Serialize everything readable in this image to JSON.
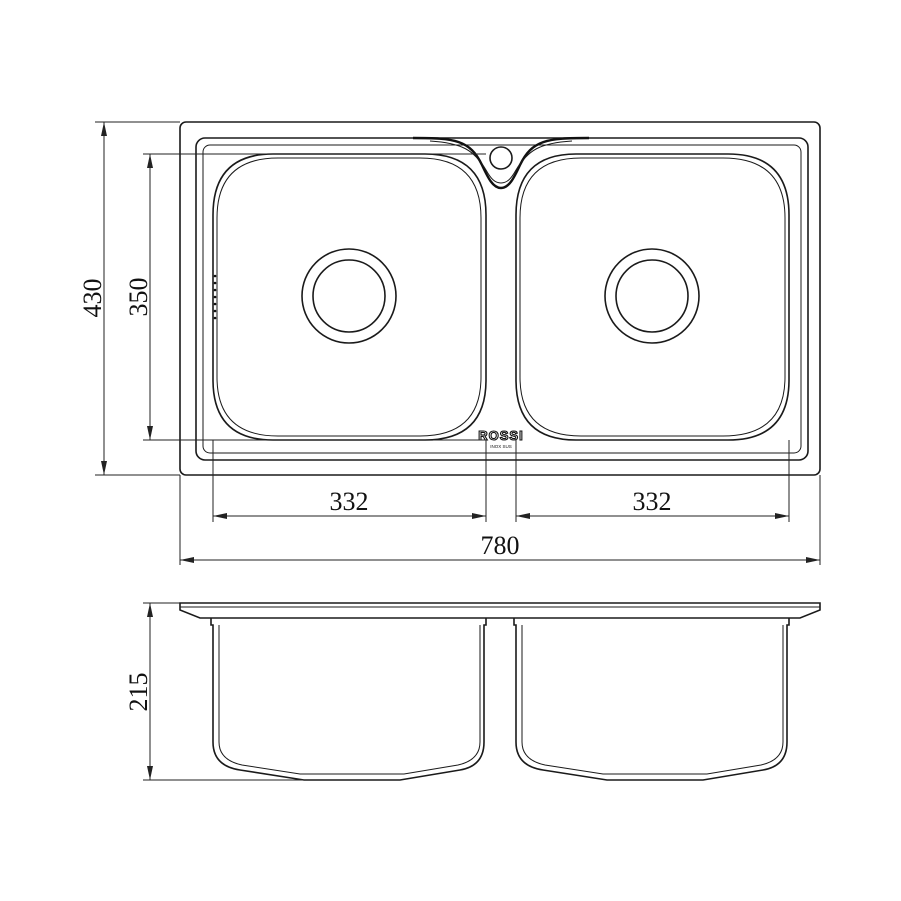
{
  "top_view": {
    "dim_overall_height": "430",
    "dim_bowl_height": "350",
    "dim_left_bowl_width": "332",
    "dim_right_bowl_width": "332",
    "dim_overall_width": "780",
    "brand_logo": "ROSSI",
    "brand_sub": "INOX SUS"
  },
  "side_view": {
    "dim_depth": "215"
  },
  "colors": {
    "line": "#1a1a1a",
    "background": "#ffffff"
  }
}
